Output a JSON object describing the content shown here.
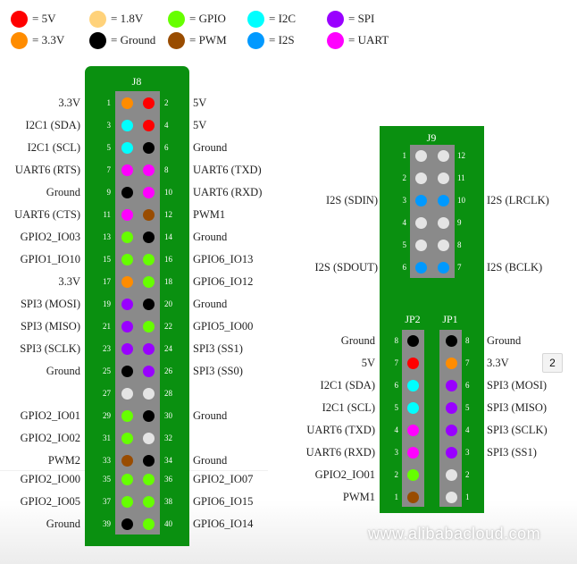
{
  "colors": {
    "5V": "#ff0000",
    "1.8V": "#ffd27a",
    "GPIO": "#66ff00",
    "I2C": "#00ffff",
    "SPI": "#9900ff",
    "3.3V": "#ff8c00",
    "Ground": "#000000",
    "PWM": "#994c00",
    "I2S": "#0099ff",
    "UART": "#ff00ff",
    "none": "#e4e4e4",
    "board": "#0a9010",
    "strip": "#8a8a8a"
  },
  "legend": [
    {
      "key": "5V",
      "label": "= 5V"
    },
    {
      "key": "3.3V",
      "label": "= 3.3V"
    },
    {
      "key": "1.8V",
      "label": "= 1.8V"
    },
    {
      "key": "Ground",
      "label": "= Ground"
    },
    {
      "key": "GPIO",
      "label": "= GPIO"
    },
    {
      "key": "PWM",
      "label": "= PWM"
    },
    {
      "key": "I2C",
      "label": "= I2C"
    },
    {
      "key": "I2S",
      "label": "= I2S"
    },
    {
      "key": "SPI",
      "label": "= SPI"
    },
    {
      "key": "UART",
      "label": "= UART"
    }
  ],
  "j8": {
    "title": "J8",
    "rows": [
      {
        "left": {
          "num": "1",
          "label": "3.3V",
          "type": "3.3V"
        },
        "right": {
          "num": "2",
          "label": "5V",
          "type": "5V"
        }
      },
      {
        "left": {
          "num": "3",
          "label": "I2C1 (SDA)",
          "type": "I2C"
        },
        "right": {
          "num": "4",
          "label": "5V",
          "type": "5V"
        }
      },
      {
        "left": {
          "num": "5",
          "label": "I2C1 (SCL)",
          "type": "I2C"
        },
        "right": {
          "num": "6",
          "label": "Ground",
          "type": "Ground"
        }
      },
      {
        "left": {
          "num": "7",
          "label": "UART6 (RTS)",
          "type": "UART"
        },
        "right": {
          "num": "8",
          "label": "UART6 (TXD)",
          "type": "UART"
        }
      },
      {
        "left": {
          "num": "9",
          "label": "Ground",
          "type": "Ground"
        },
        "right": {
          "num": "10",
          "label": "UART6 (RXD)",
          "type": "UART"
        }
      },
      {
        "left": {
          "num": "11",
          "label": "UART6 (CTS)",
          "type": "UART"
        },
        "right": {
          "num": "12",
          "label": "PWM1",
          "type": "PWM"
        }
      },
      {
        "left": {
          "num": "13",
          "label": "GPIO2_IO03",
          "type": "GPIO"
        },
        "right": {
          "num": "14",
          "label": "Ground",
          "type": "Ground"
        }
      },
      {
        "left": {
          "num": "15",
          "label": "GPIO1_IO10",
          "type": "GPIO"
        },
        "right": {
          "num": "16",
          "label": "GPIO6_IO13",
          "type": "GPIO"
        }
      },
      {
        "left": {
          "num": "17",
          "label": "3.3V",
          "type": "3.3V"
        },
        "right": {
          "num": "18",
          "label": "GPIO6_IO12",
          "type": "GPIO"
        }
      },
      {
        "left": {
          "num": "19",
          "label": "SPI3 (MOSI)",
          "type": "SPI"
        },
        "right": {
          "num": "20",
          "label": "Ground",
          "type": "Ground"
        }
      },
      {
        "left": {
          "num": "21",
          "label": "SPI3 (MISO)",
          "type": "SPI"
        },
        "right": {
          "num": "22",
          "label": "GPIO5_IO00",
          "type": "GPIO"
        }
      },
      {
        "left": {
          "num": "23",
          "label": "SPI3 (SCLK)",
          "type": "SPI"
        },
        "right": {
          "num": "24",
          "label": "SPI3 (SS1)",
          "type": "SPI"
        }
      },
      {
        "left": {
          "num": "25",
          "label": "Ground",
          "type": "Ground"
        },
        "right": {
          "num": "26",
          "label": "SPI3 (SS0)",
          "type": "SPI"
        }
      },
      {
        "left": {
          "num": "27",
          "label": "",
          "type": "none"
        },
        "right": {
          "num": "28",
          "label": "",
          "type": "none"
        }
      },
      {
        "left": {
          "num": "29",
          "label": "GPIO2_IO01",
          "type": "GPIO"
        },
        "right": {
          "num": "30",
          "label": "Ground",
          "type": "Ground"
        }
      },
      {
        "left": {
          "num": "31",
          "label": "GPIO2_IO02",
          "type": "GPIO"
        },
        "right": {
          "num": "32",
          "label": "",
          "type": "none"
        }
      },
      {
        "left": {
          "num": "33",
          "label": "PWM2",
          "type": "PWM"
        },
        "right": {
          "num": "34",
          "label": "Ground",
          "type": "Ground"
        }
      },
      {
        "left": {
          "num": "35",
          "label": "GPIO2_IO00",
          "type": "GPIO"
        },
        "right": {
          "num": "36",
          "label": "GPIO2_IO07",
          "type": "GPIO"
        }
      },
      {
        "left": {
          "num": "37",
          "label": "GPIO2_IO05",
          "type": "GPIO"
        },
        "right": {
          "num": "38",
          "label": "GPIO6_IO15",
          "type": "GPIO"
        }
      },
      {
        "left": {
          "num": "39",
          "label": "Ground",
          "type": "Ground"
        },
        "right": {
          "num": "40",
          "label": "GPIO6_IO14",
          "type": "GPIO"
        }
      }
    ]
  },
  "j9": {
    "title": "J9",
    "rows": [
      {
        "left": {
          "num": "1",
          "label": "",
          "type": "none"
        },
        "right": {
          "num": "12",
          "label": "",
          "type": "none"
        }
      },
      {
        "left": {
          "num": "2",
          "label": "",
          "type": "none"
        },
        "right": {
          "num": "11",
          "label": "",
          "type": "none"
        }
      },
      {
        "left": {
          "num": "3",
          "label": "I2S (SDIN)",
          "type": "I2S"
        },
        "right": {
          "num": "10",
          "label": "I2S (LRCLK)",
          "type": "I2S"
        }
      },
      {
        "left": {
          "num": "4",
          "label": "",
          "type": "none"
        },
        "right": {
          "num": "9",
          "label": "",
          "type": "none"
        }
      },
      {
        "left": {
          "num": "5",
          "label": "",
          "type": "none"
        },
        "right": {
          "num": "8",
          "label": "",
          "type": "none"
        }
      },
      {
        "left": {
          "num": "6",
          "label": "I2S (SDOUT)",
          "type": "I2S"
        },
        "right": {
          "num": "7",
          "label": "I2S (BCLK)",
          "type": "I2S"
        }
      }
    ]
  },
  "jp": {
    "jp2_title": "JP2",
    "jp1_title": "JP1",
    "rows": [
      {
        "left": {
          "num": "8",
          "label": "Ground",
          "type": "Ground"
        },
        "right": {
          "num": "8",
          "label": "Ground",
          "type": "Ground"
        }
      },
      {
        "left": {
          "num": "7",
          "label": "5V",
          "type": "5V"
        },
        "right": {
          "num": "7",
          "label": "3.3V",
          "type": "3.3V"
        }
      },
      {
        "left": {
          "num": "6",
          "label": "I2C1 (SDA)",
          "type": "I2C"
        },
        "right": {
          "num": "6",
          "label": "SPI3 (MOSI)",
          "type": "SPI"
        }
      },
      {
        "left": {
          "num": "5",
          "label": "I2C1 (SCL)",
          "type": "I2C"
        },
        "right": {
          "num": "5",
          "label": "SPI3 (MISO)",
          "type": "SPI"
        }
      },
      {
        "left": {
          "num": "4",
          "label": "UART6 (TXD)",
          "type": "UART"
        },
        "right": {
          "num": "4",
          "label": "SPI3 (SCLK)",
          "type": "SPI"
        }
      },
      {
        "left": {
          "num": "3",
          "label": "UART6 (RXD)",
          "type": "UART"
        },
        "right": {
          "num": "3",
          "label": "SPI3 (SS1)",
          "type": "SPI"
        }
      },
      {
        "left": {
          "num": "2",
          "label": "GPIO2_IO01",
          "type": "GPIO"
        },
        "right": {
          "num": "2",
          "label": "",
          "type": "none"
        }
      },
      {
        "left": {
          "num": "1",
          "label": "PWM1",
          "type": "PWM"
        },
        "right": {
          "num": "1",
          "label": "",
          "type": "none"
        }
      }
    ]
  },
  "badge": "2",
  "watermark": "www.alibabacloud.com"
}
